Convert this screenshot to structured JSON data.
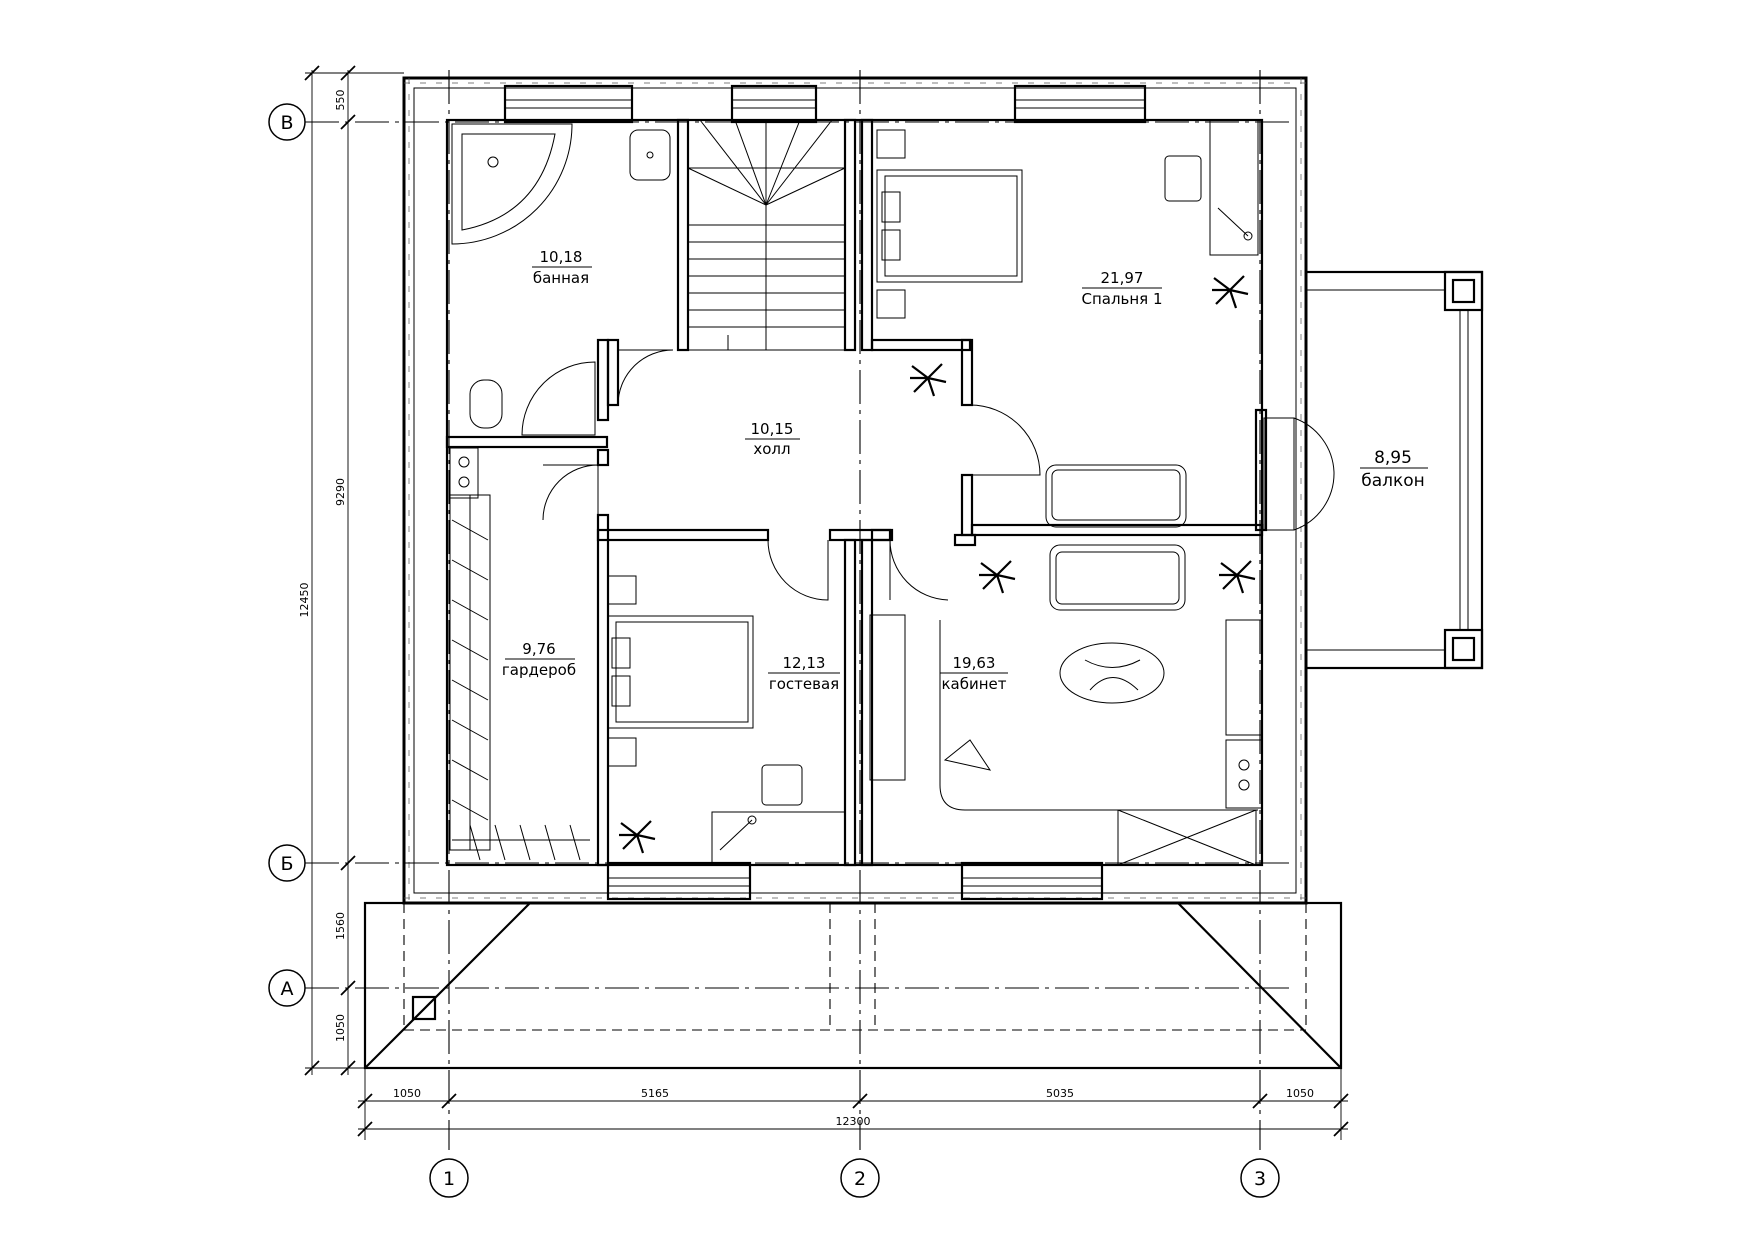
{
  "rooms": [
    {
      "id": "bath",
      "area": "10,18",
      "name": "банная"
    },
    {
      "id": "bed1",
      "area": "21,97",
      "name": "Спальня 1"
    },
    {
      "id": "hall",
      "area": "10,15",
      "name": "холл"
    },
    {
      "id": "balcony",
      "area": "8,95",
      "name": "балкон"
    },
    {
      "id": "wardrobe",
      "area": "9,76",
      "name": "гардероб"
    },
    {
      "id": "guest",
      "area": "12,13",
      "name": "гостевая"
    },
    {
      "id": "office",
      "area": "19,63",
      "name": "кабинет"
    }
  ],
  "axes": {
    "rows": [
      "В",
      "Б",
      "А"
    ],
    "cols": [
      "1",
      "2",
      "3"
    ]
  },
  "dims": {
    "left_outer": "12450",
    "left_inner": [
      "550",
      "9290",
      "1560",
      "1050"
    ],
    "bottom": [
      "1050",
      "5165",
      "5035",
      "1050"
    ],
    "bottom_total": "12300"
  }
}
